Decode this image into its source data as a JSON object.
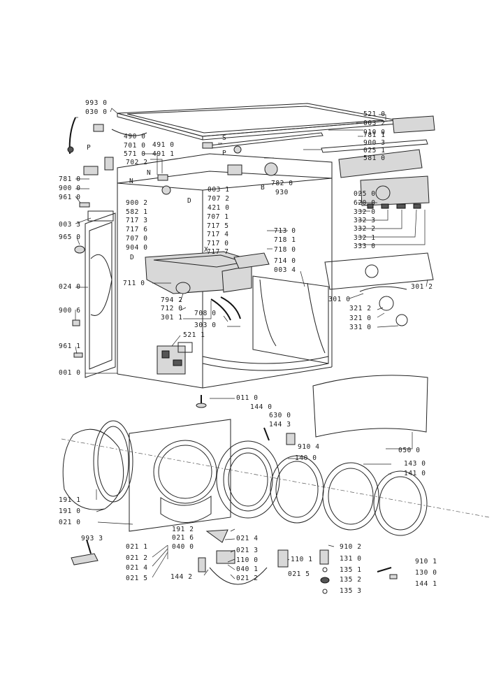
{
  "labels": [
    "993 0",
    "030 0",
    "490 0",
    "701 0",
    "571 0",
    "702 2",
    "491 0",
    "491 1",
    "781 1",
    "900 3",
    "025 1",
    "581 0",
    "521 0",
    "003 2",
    "910 0",
    "781 0",
    "900 0",
    "961 0",
    "003 3",
    "965 0",
    "024 0",
    "900 6",
    "961 1",
    "001 0",
    "N",
    "P",
    "S",
    "P",
    "N",
    "B",
    "D",
    "X",
    "D",
    "003 1",
    "707 2",
    "421 0",
    "782 0",
    "930",
    "900 2",
    "582 1",
    "717 3",
    "717 6",
    "707 0",
    "904 0",
    "707 1",
    "717 5",
    "717 4",
    "717 0",
    "717 7",
    "713 0",
    "718 1",
    "718 0",
    "714 0",
    "003 4",
    "711 0",
    "794 2",
    "712 0",
    "301 1",
    "708 0",
    "303 0",
    "521 1",
    "025 0",
    "620 0",
    "332 0",
    "332 3",
    "332 2",
    "332 1",
    "333 0",
    "301 2",
    "301 0",
    "321 2",
    "321 0",
    "331 0",
    "011 0",
    "144 0",
    "630 0",
    "144 3",
    "910 4",
    "050 0",
    "140 0",
    "143 0",
    "141 0",
    "191 1",
    "191 0",
    "021 0",
    "993 3",
    "021 1",
    "021 2",
    "021 4",
    "021 5",
    "191 2",
    "021 6",
    "040 0",
    "144 2",
    "021 4",
    "021 3",
    "110 0",
    "040 1",
    "021 2",
    "021 5",
    "110 1",
    "910 2",
    "131 0",
    "135 1",
    "135 2",
    "135 3",
    "910 1",
    "130 0",
    "144 1"
  ]
}
